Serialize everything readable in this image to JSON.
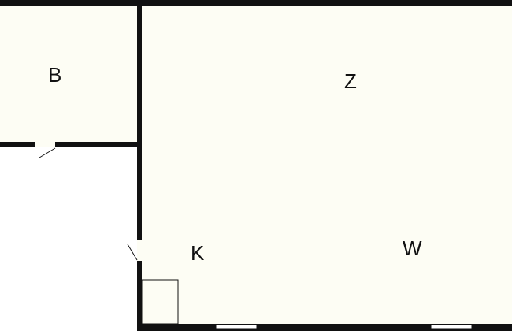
{
  "rooms": {
    "b": {
      "label": "B"
    },
    "z": {
      "label": "Z"
    },
    "k": {
      "label": "K"
    },
    "w": {
      "label": "W"
    }
  },
  "colors": {
    "wall": "#111111",
    "floor": "#fdfdf4",
    "background": "#ffffff"
  }
}
